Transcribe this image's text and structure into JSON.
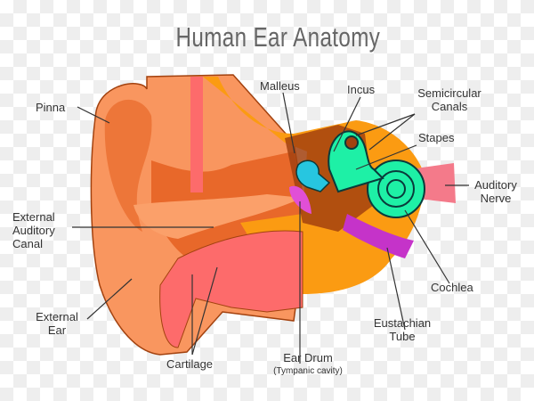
{
  "title": "Human Ear Anatomy",
  "labels": {
    "pinna": "Pinna",
    "malleus": "Malleus",
    "incus": "Incus",
    "semicircular_1": "Semicircular",
    "semicircular_2": "Canals",
    "stapes": "Stapes",
    "auditory_nerve_1": "Auditory",
    "auditory_nerve_2": "Nerve",
    "external_auditory_canal_1": "External",
    "external_auditory_canal_2": "Auditory",
    "external_auditory_canal_3": "Canal",
    "external_ear_1": "External",
    "external_ear_2": "Ear",
    "cochlea": "Cochlea",
    "eustachian_1": "Eustachian",
    "eustachian_2": "Tube",
    "ear_drum": "Ear Drum",
    "tympanic": "(Tympanic cavity)",
    "cartilage": "Cartilage"
  },
  "colors": {
    "skin": "#f9965f",
    "skin_dark": "#e8682a",
    "bone": "#fb9b12",
    "pink": "#fd6b6b",
    "teal": "#1ef0a6",
    "cyan": "#27c6e0",
    "magenta": "#c533c9",
    "brown": "#a3420f"
  }
}
